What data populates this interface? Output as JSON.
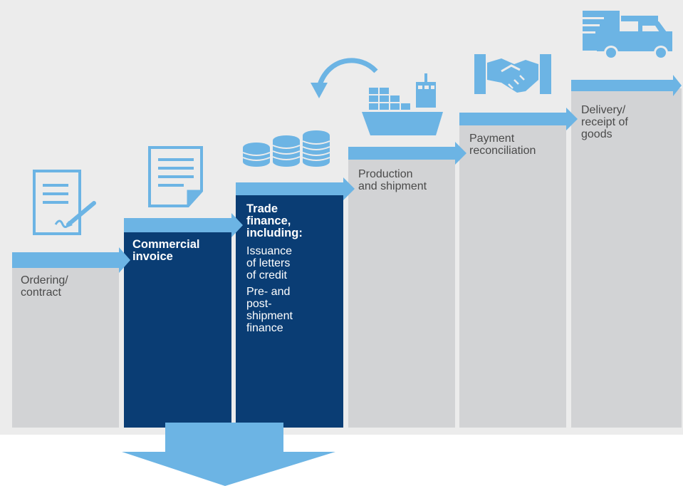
{
  "colors": {
    "panel": "#ececec",
    "step_gray": "#d2d3d5",
    "step_dark": "#0a3d74",
    "arrow": "#6cb4e4",
    "icon": "#6cb4e4",
    "text_gray": "#4a4a4a",
    "text_light": "#ffffff"
  },
  "steps": [
    {
      "id": "ordering",
      "label": "Ordering/\ncontract",
      "icon": "contract-signature-icon"
    },
    {
      "id": "invoice",
      "label": "Commercial\ninvoice",
      "icon": "invoice-document-icon"
    },
    {
      "id": "finance",
      "label": "Trade\nfinance,\nincluding:",
      "icon": "coin-stacks-icon",
      "items": [
        "Issuance\nof letters\nof credit",
        "Pre- and\npost-\nshipment\nfinance"
      ]
    },
    {
      "id": "production",
      "label": "Production\nand shipment",
      "icon": "cargo-ship-icon"
    },
    {
      "id": "payment",
      "label": "Payment\nreconciliation",
      "icon": "handshake-icon"
    },
    {
      "id": "delivery",
      "label": "Delivery/\nreceipt of\ngoods",
      "icon": "delivery-truck-icon"
    }
  ]
}
